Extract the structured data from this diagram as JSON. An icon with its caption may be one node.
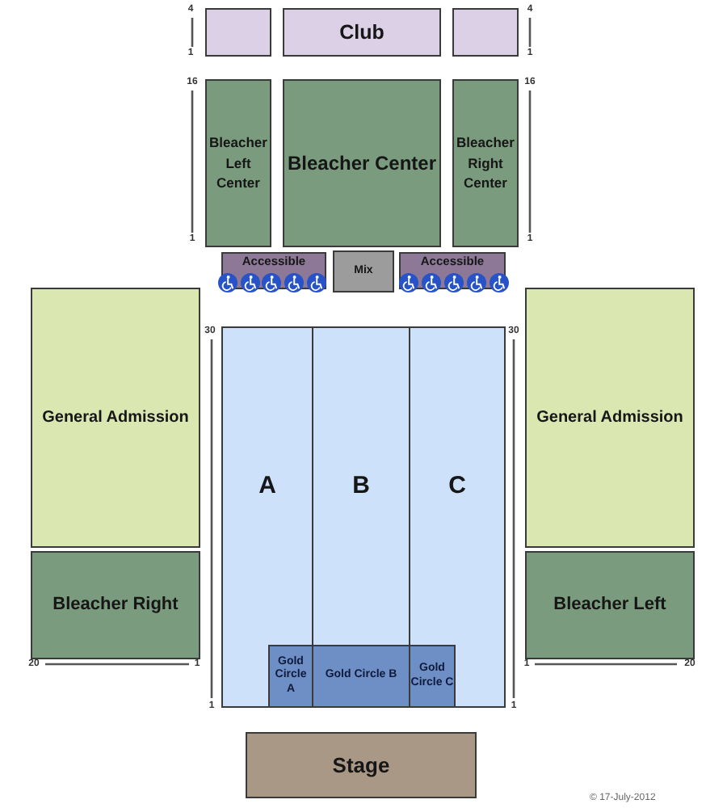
{
  "diagram": {
    "nodes": [
      {
        "text": [],
        "shape": "box"
      },
      {
        "text": [
          "Club"
        ]
      },
      {
        "text": [],
        "shape": "box"
      },
      {
        "text": [
          "Bleacher Left Center"
        ]
      },
      {
        "text": [
          "Bleacher Center"
        ]
      },
      {
        "text": [
          "Bleacher Right Center"
        ]
      },
      {
        "text": [
          "Accessible"
        ]
      },
      {
        "text": [
          "Mix"
        ]
      },
      {
        "text": [
          "Accessible"
        ]
      },
      {
        "text": [
          "General Admission"
        ]
      },
      {
        "text": [
          "General Admission"
        ]
      },
      {
        "text": [
          "A"
        ]
      },
      {
        "text": [
          "B"
        ]
      },
      {
        "text": [
          "C"
        ]
      },
      {
        "text": [
          "Bleacher Right"
        ]
      },
      {
        "text": [
          "Bleacher Left"
        ]
      },
      {
        "text": [
          "Gold Circle A"
        ],
        "in": 11
      },
      {
        "text": [
          "Gold Circle B"
        ],
        "in": 12
      },
      {
        "text": [
          "Gold Circle C"
        ],
        "in": 13
      },
      {
        "text": [
          "Stage"
        ]
      }
    ],
    "labels": [
      "4",
      "4",
      "1",
      "1",
      "16",
      "16",
      "1",
      "1",
      "30",
      "30",
      "20",
      "1",
      "1",
      "20",
      "1",
      "1",
      "© 17-July-2012"
    ]
  }
}
